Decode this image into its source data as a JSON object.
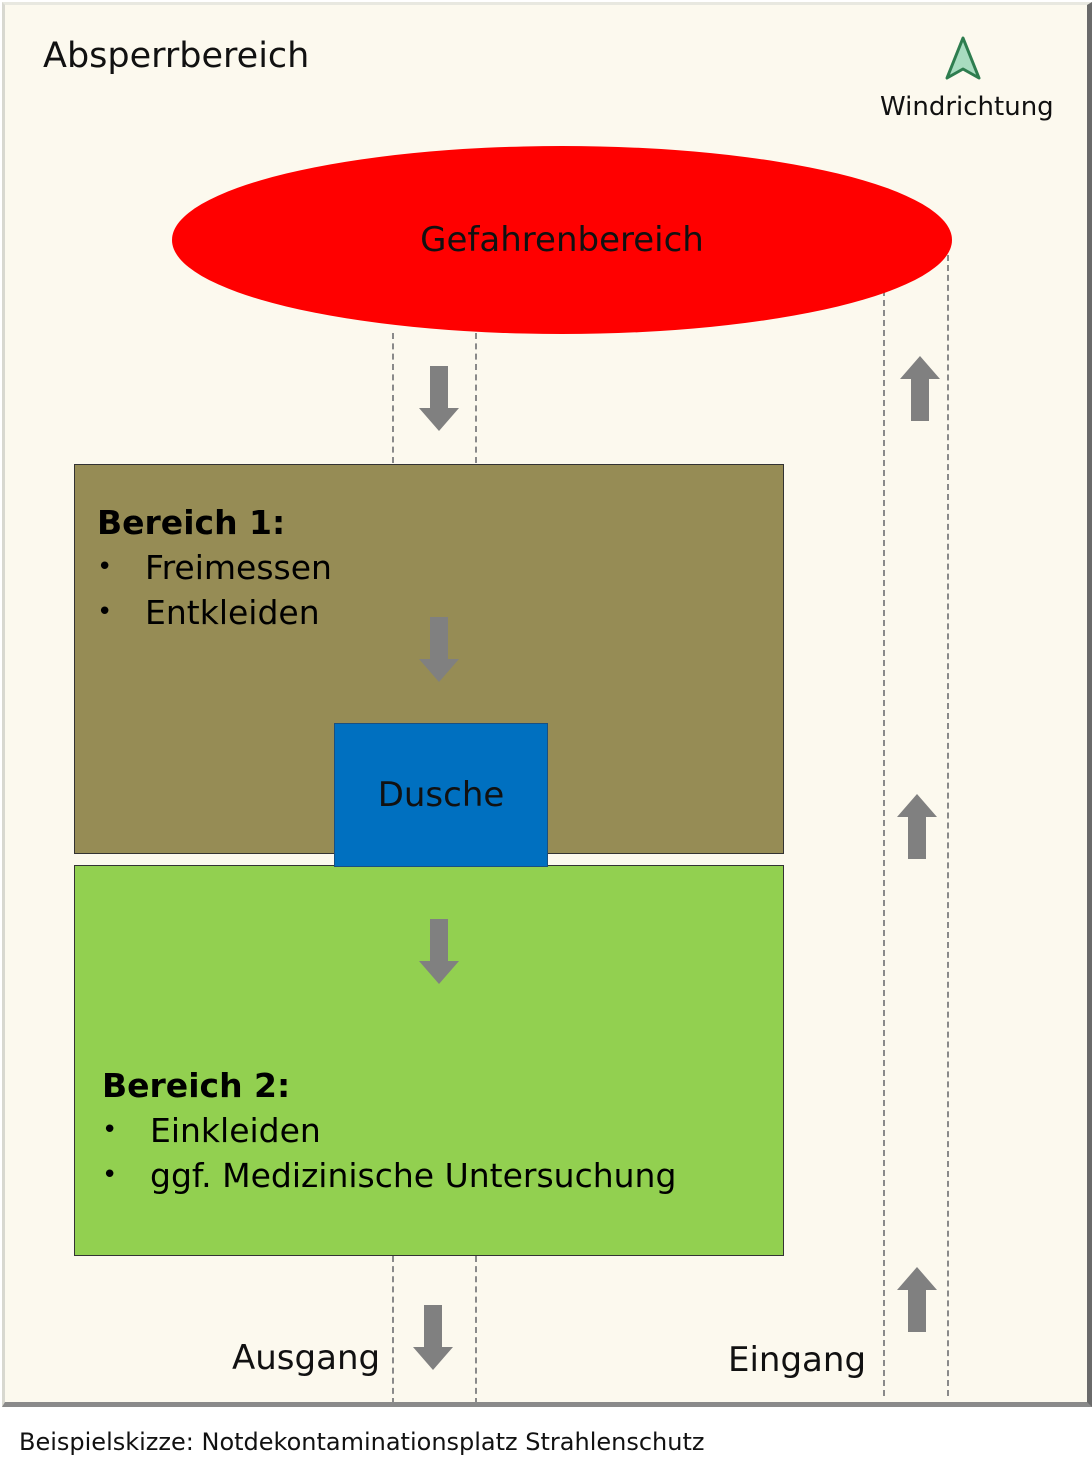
{
  "title": "Absperrbereich",
  "wind": {
    "label": "Windrichtung",
    "icon": "north-arrow-icon",
    "color": "#2e8b57"
  },
  "danger": {
    "label": "Gefahrenbereich",
    "color": "#ff0000"
  },
  "area1": {
    "title": "Bereich 1:",
    "items": [
      "Freimessen",
      "Entkleiden"
    ],
    "color": "#968c55"
  },
  "shower": {
    "label": "Dusche",
    "color": "#0070c0"
  },
  "area2": {
    "title": "Bereich 2:",
    "items": [
      "Einkleiden",
      "ggf. Medizinische Untersuchung"
    ],
    "color": "#92d050"
  },
  "exit_label": "Ausgang",
  "entry_label": "Eingang",
  "caption": "Beispielskizze: Notdekontaminationsplatz Strahlenschutz"
}
